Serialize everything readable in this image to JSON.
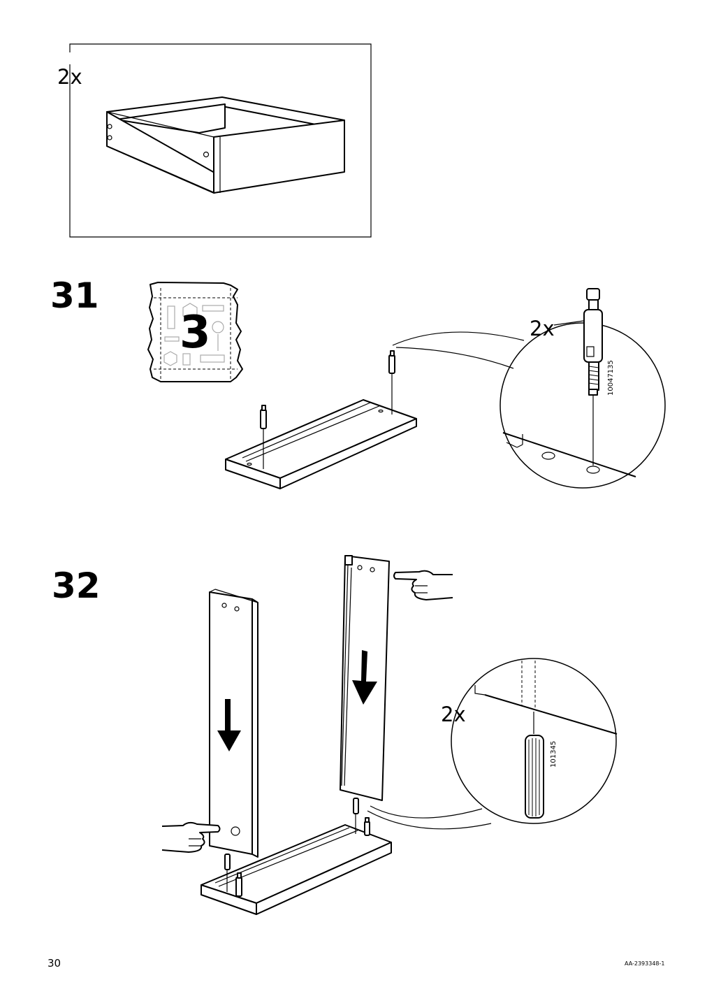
{
  "top_panel": {
    "quantity": "2x"
  },
  "step31": {
    "number": "31",
    "badge_number": "3",
    "callout_quantity": "2x",
    "part_number": "10047135"
  },
  "step32": {
    "number": "32",
    "callout_quantity": "2x",
    "part_number": "101345"
  },
  "footer": {
    "page_number": "30",
    "doc_id": "AA-2393348-1"
  }
}
